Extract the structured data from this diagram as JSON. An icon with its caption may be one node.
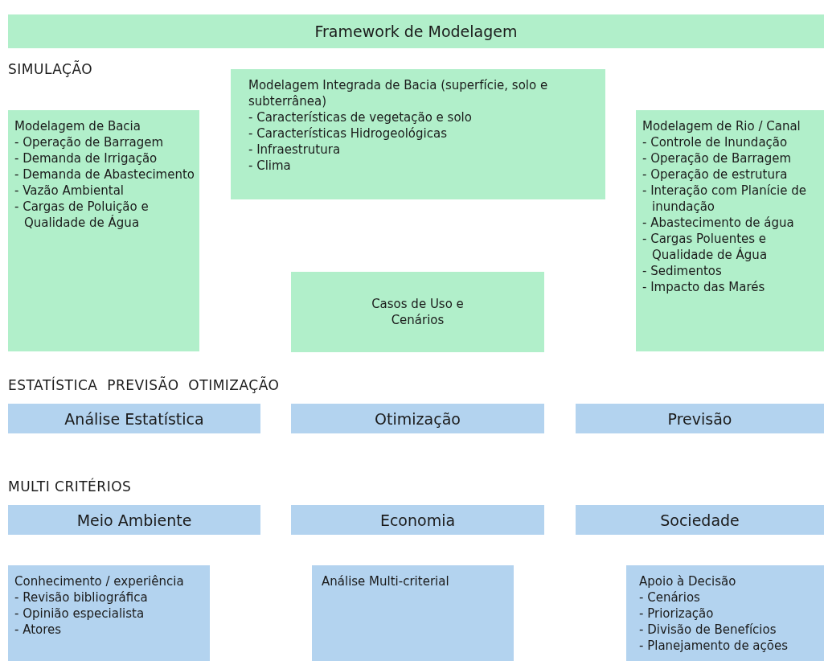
{
  "diagram": {
    "nodes": [
      {
        "text": [
          "Framework de Modelagem"
        ]
      },
      {
        "text": [
          "Modelagem de Bacia",
          "- Operação de Barragem",
          "- Demanda de Irrigação",
          "- Demanda de Abastecimento",
          "- Vazão Ambiental",
          "- Cargas de Poluição e Qualidade de Água"
        ]
      },
      {
        "text": [
          "Modelagem Integrada de Bacia (superfície, solo e subterrânea)",
          "- Características de vegetação e solo",
          "- Características Hidrogeológicas",
          "- Infraestrutura",
          "- Clima"
        ]
      },
      {
        "text": [
          "Casos de Uso e Cenários"
        ]
      },
      {
        "text": [
          "Modelagem de Rio / Canal",
          "- Controle de Inundação",
          "- Operação de Barragem",
          "- Operação de estrutura",
          "- Interação com Planície de inundação",
          "- Abastecimento de água",
          "- Cargas Poluentes e Qualidade de Água",
          "- Sedimentos",
          "- Impacto das Marés"
        ]
      },
      {
        "text": [
          "Análise Estatística"
        ]
      },
      {
        "text": [
          "Otimização"
        ]
      },
      {
        "text": [
          "Previsão"
        ]
      },
      {
        "text": [
          "Meio Ambiente"
        ]
      },
      {
        "text": [
          "Economia"
        ]
      },
      {
        "text": [
          "Sociedade"
        ]
      },
      {
        "text": [
          "Conhecimento / experiência",
          "- Revisão bibliográfica",
          "- Opinião especialista",
          "- Atores"
        ]
      },
      {
        "text": [
          "Análise Multi-criterial"
        ]
      },
      {
        "text": [
          "Apoio à Decisão",
          "- Cenários",
          "- Priorização",
          "- Divisão de Benefícios",
          "- Planejamento de ações"
        ]
      }
    ],
    "edges": [],
    "labels": [
      "SIMULAÇÃO",
      "ESTATÍSTICA  PREVISÃO  OTIMIZAÇÃO",
      "MULTI CRITÉRIOS"
    ]
  }
}
